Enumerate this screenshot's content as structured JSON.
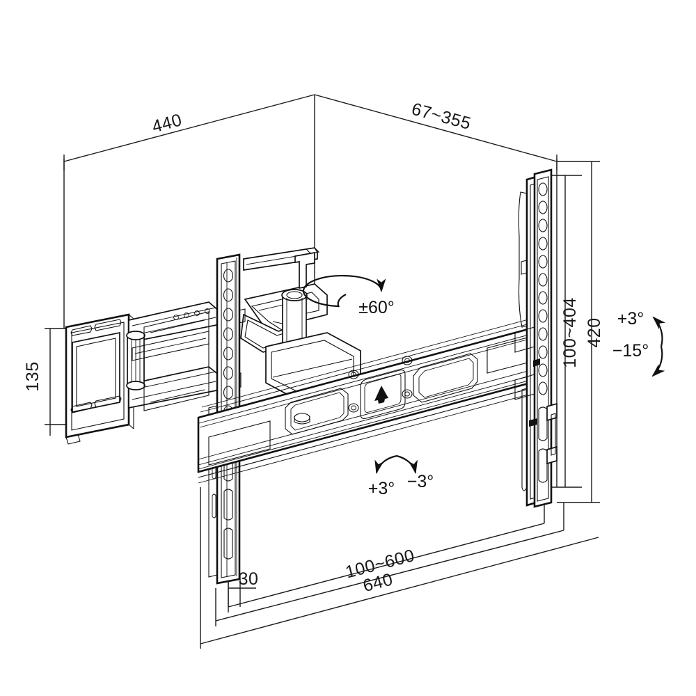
{
  "drawing": {
    "title": "Full-motion TV wall mount dimensional drawing",
    "background_color": "#ffffff",
    "line_color": "#111111",
    "view": "isometric",
    "units": "mm"
  },
  "dimensions": {
    "depth_extension": "440",
    "wall_offset_range": "67~355",
    "plate_height": "135",
    "vesa_vertical_range": "100~404",
    "rail_height": "420",
    "bracket_offset": "30",
    "vesa_horizontal_range": "100~600",
    "rail_width": "640"
  },
  "angles": {
    "swivel": "±60°",
    "tilt_up": "+3°",
    "tilt_down": "−15°",
    "roll_positive": "+3°",
    "roll_negative": "−3°"
  },
  "markers": {
    "up_arrow": "▲"
  },
  "icons": {
    "swivel_arrow": "swivel-rotation-arrow",
    "tilt_arrow": "tilt-rotation-arrow",
    "roll_arrow": "roll-rotation-arrow",
    "up_indicator": "up-arrow-icon"
  }
}
